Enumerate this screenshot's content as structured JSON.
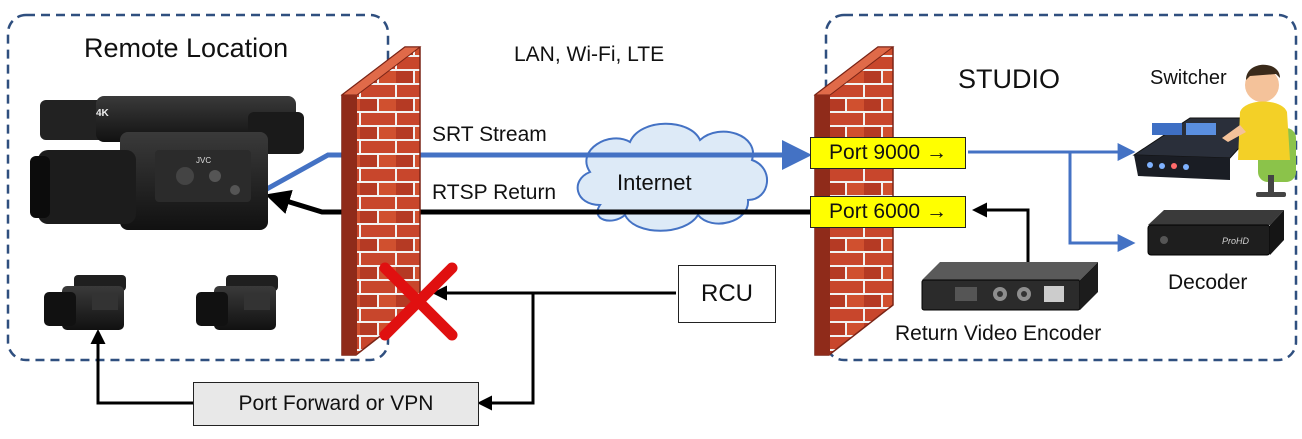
{
  "remote_title": "Remote Location",
  "studio_title": "STUDIO",
  "network_label": "LAN, Wi-Fi, LTE",
  "cloud_label": "Internet",
  "srt_label": "SRT Stream",
  "rtsp_label": "RTSP Return",
  "port_9000": "Port 9000 →",
  "port_6000": "Port 6000 →",
  "rcu_label": "RCU",
  "port_forward_label": "Port Forward or VPN",
  "switcher_label": "Switcher",
  "decoder_label": "Decoder",
  "encoder_label": "Return Video Encoder",
  "camera_brand": "JVC",
  "camera_badge": "4K",
  "decoder_brand": "ProHD",
  "colors": {
    "stream_blue": "#4472c4",
    "return_black": "#000000",
    "brick": "#c0392b",
    "dashed_border": "#2f4f7f",
    "port_fill": "#ffff00",
    "cross_red": "#e01010",
    "cloud_fill": "#ddeaf7"
  }
}
